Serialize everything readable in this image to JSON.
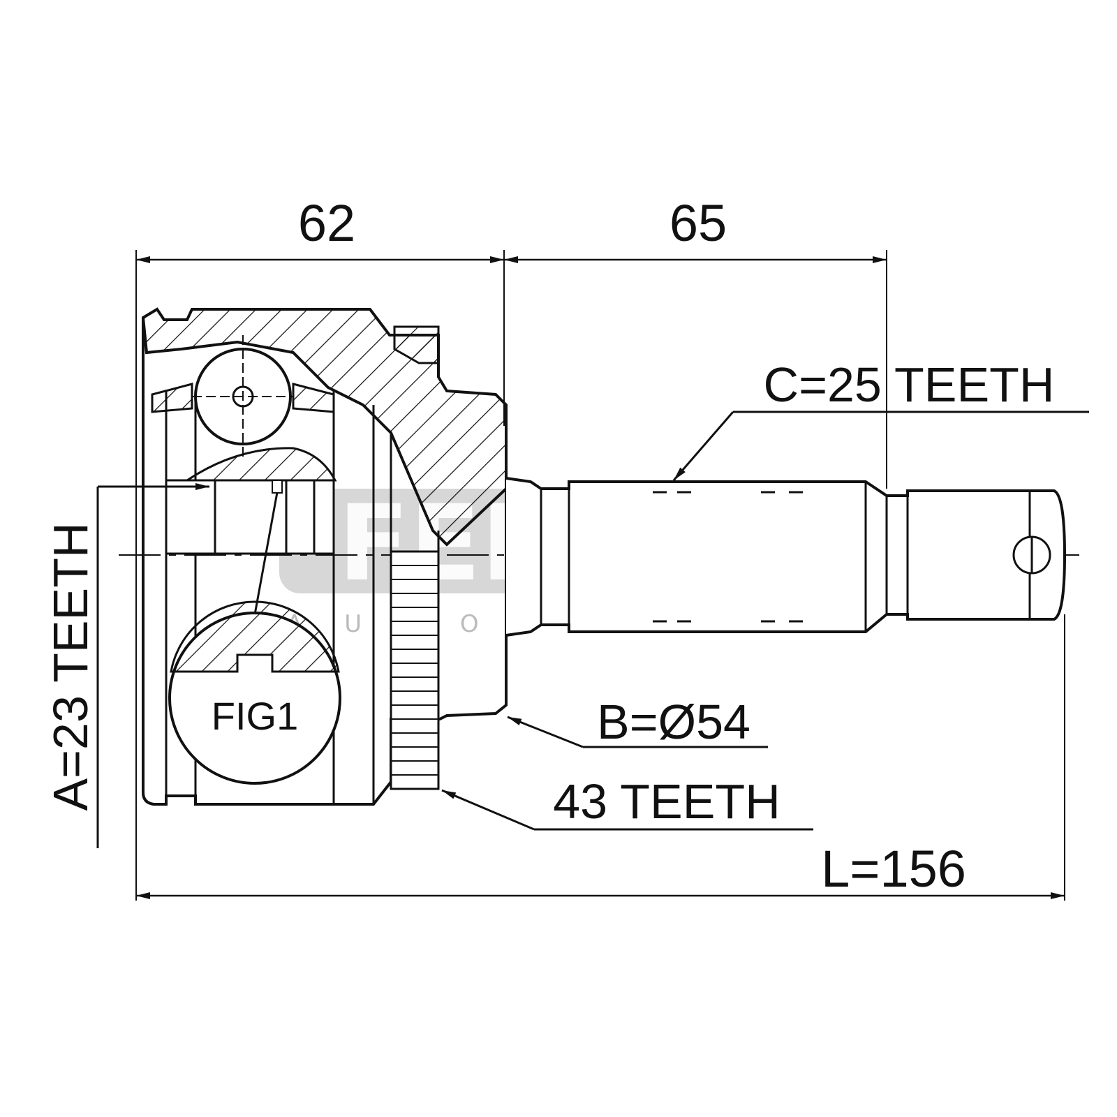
{
  "dimensions": {
    "housing_length": "62",
    "shaft_length": "65",
    "total_length": "L=156"
  },
  "labels": {
    "inner_spline": "A=23 TEETH",
    "outer_spline": "C=25 TEETH",
    "seal_diameter": "B=Ø54",
    "abs_ring": "43 TEETH",
    "detail_figure": "FIG1"
  },
  "watermark": {
    "brand": "FEBEST",
    "tagline": "AUTO PARTS"
  },
  "colors": {
    "line": "#111111",
    "watermark": "#d0d0d0"
  }
}
